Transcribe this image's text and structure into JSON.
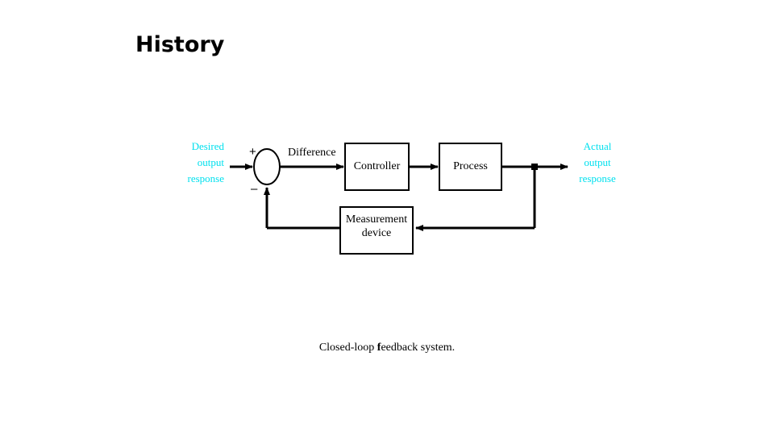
{
  "slide": {
    "title": "History",
    "background_color": "#ffffff"
  },
  "diagram": {
    "name": "closed-loop-feedback-system",
    "caption": "Closed-loop feedback system.",
    "caption_parts": {
      "before": "Closed-loop ",
      "emphasis": "f",
      "after": "eedback system."
    },
    "colors": {
      "signal_label": "#00e0ee",
      "line": "#000000",
      "box_border": "#000000",
      "text": "#000000"
    },
    "input_signal": {
      "line1": "Desired",
      "line2": "output",
      "line3": "response"
    },
    "output_signal": {
      "line1": "Actual",
      "line2": "output",
      "line3": "response"
    },
    "summing_junction": {
      "plus": "+",
      "minus": "–"
    },
    "edge_labels": {
      "difference": "Difference"
    },
    "blocks": {
      "controller": "Controller",
      "process": "Process",
      "measurement_line1": "Measurement",
      "measurement_line2": "device"
    }
  }
}
